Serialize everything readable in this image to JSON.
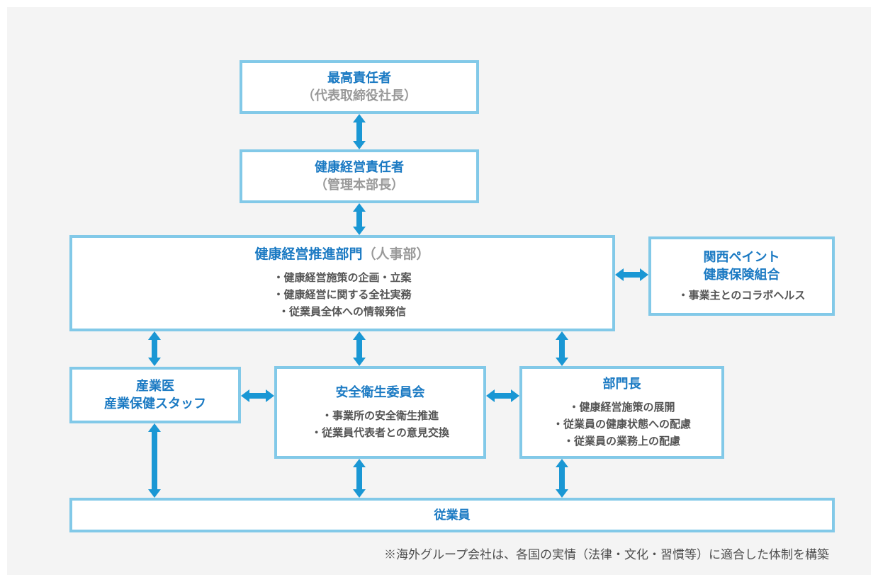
{
  "palette": {
    "arrow_blue": "#1a97d4",
    "border_blue": "#82c9e8",
    "title_blue": "#1b7ac3",
    "secondary_gray": "#999999",
    "body_gray": "#555555",
    "panel_gray": "#f4f4f4"
  },
  "diagram": {
    "top_officer": {
      "title": "最高責任者",
      "subtitle": "（代表取締役社長）"
    },
    "health_officer": {
      "title": "健康経営責任者",
      "subtitle": "（管理本部長）"
    },
    "promotion_dept": {
      "title": "健康経営推進部門",
      "subtitle": "（人事部）",
      "bullets": [
        "・健康経営施策の企画・立案",
        "・健康経営に関する全社実務",
        "・従業員全体への情報発信"
      ]
    },
    "insurance_union": {
      "title_line1": "関西ペイント",
      "title_line2": "健康保険組合",
      "bullets": [
        "・事業主とのコラボヘルス"
      ]
    },
    "occupational_health": {
      "title_line1": "産業医",
      "title_line2": "産業保健スタッフ"
    },
    "safety_committee": {
      "title": "安全衛生委員会",
      "bullets": [
        "・事業所の安全衛生推進",
        "・従業員代表者との意見交換"
      ]
    },
    "department_head": {
      "title": "部門長",
      "bullets": [
        "・健康経営施策の展開",
        "・従業員の健康状態への配慮",
        "・従業員の業務上の配慮"
      ]
    },
    "employees": {
      "title": "従業員"
    },
    "footnote": "※海外グループ会社は、各国の実情（法律・文化・習慣等）に適合した体制を構築"
  }
}
